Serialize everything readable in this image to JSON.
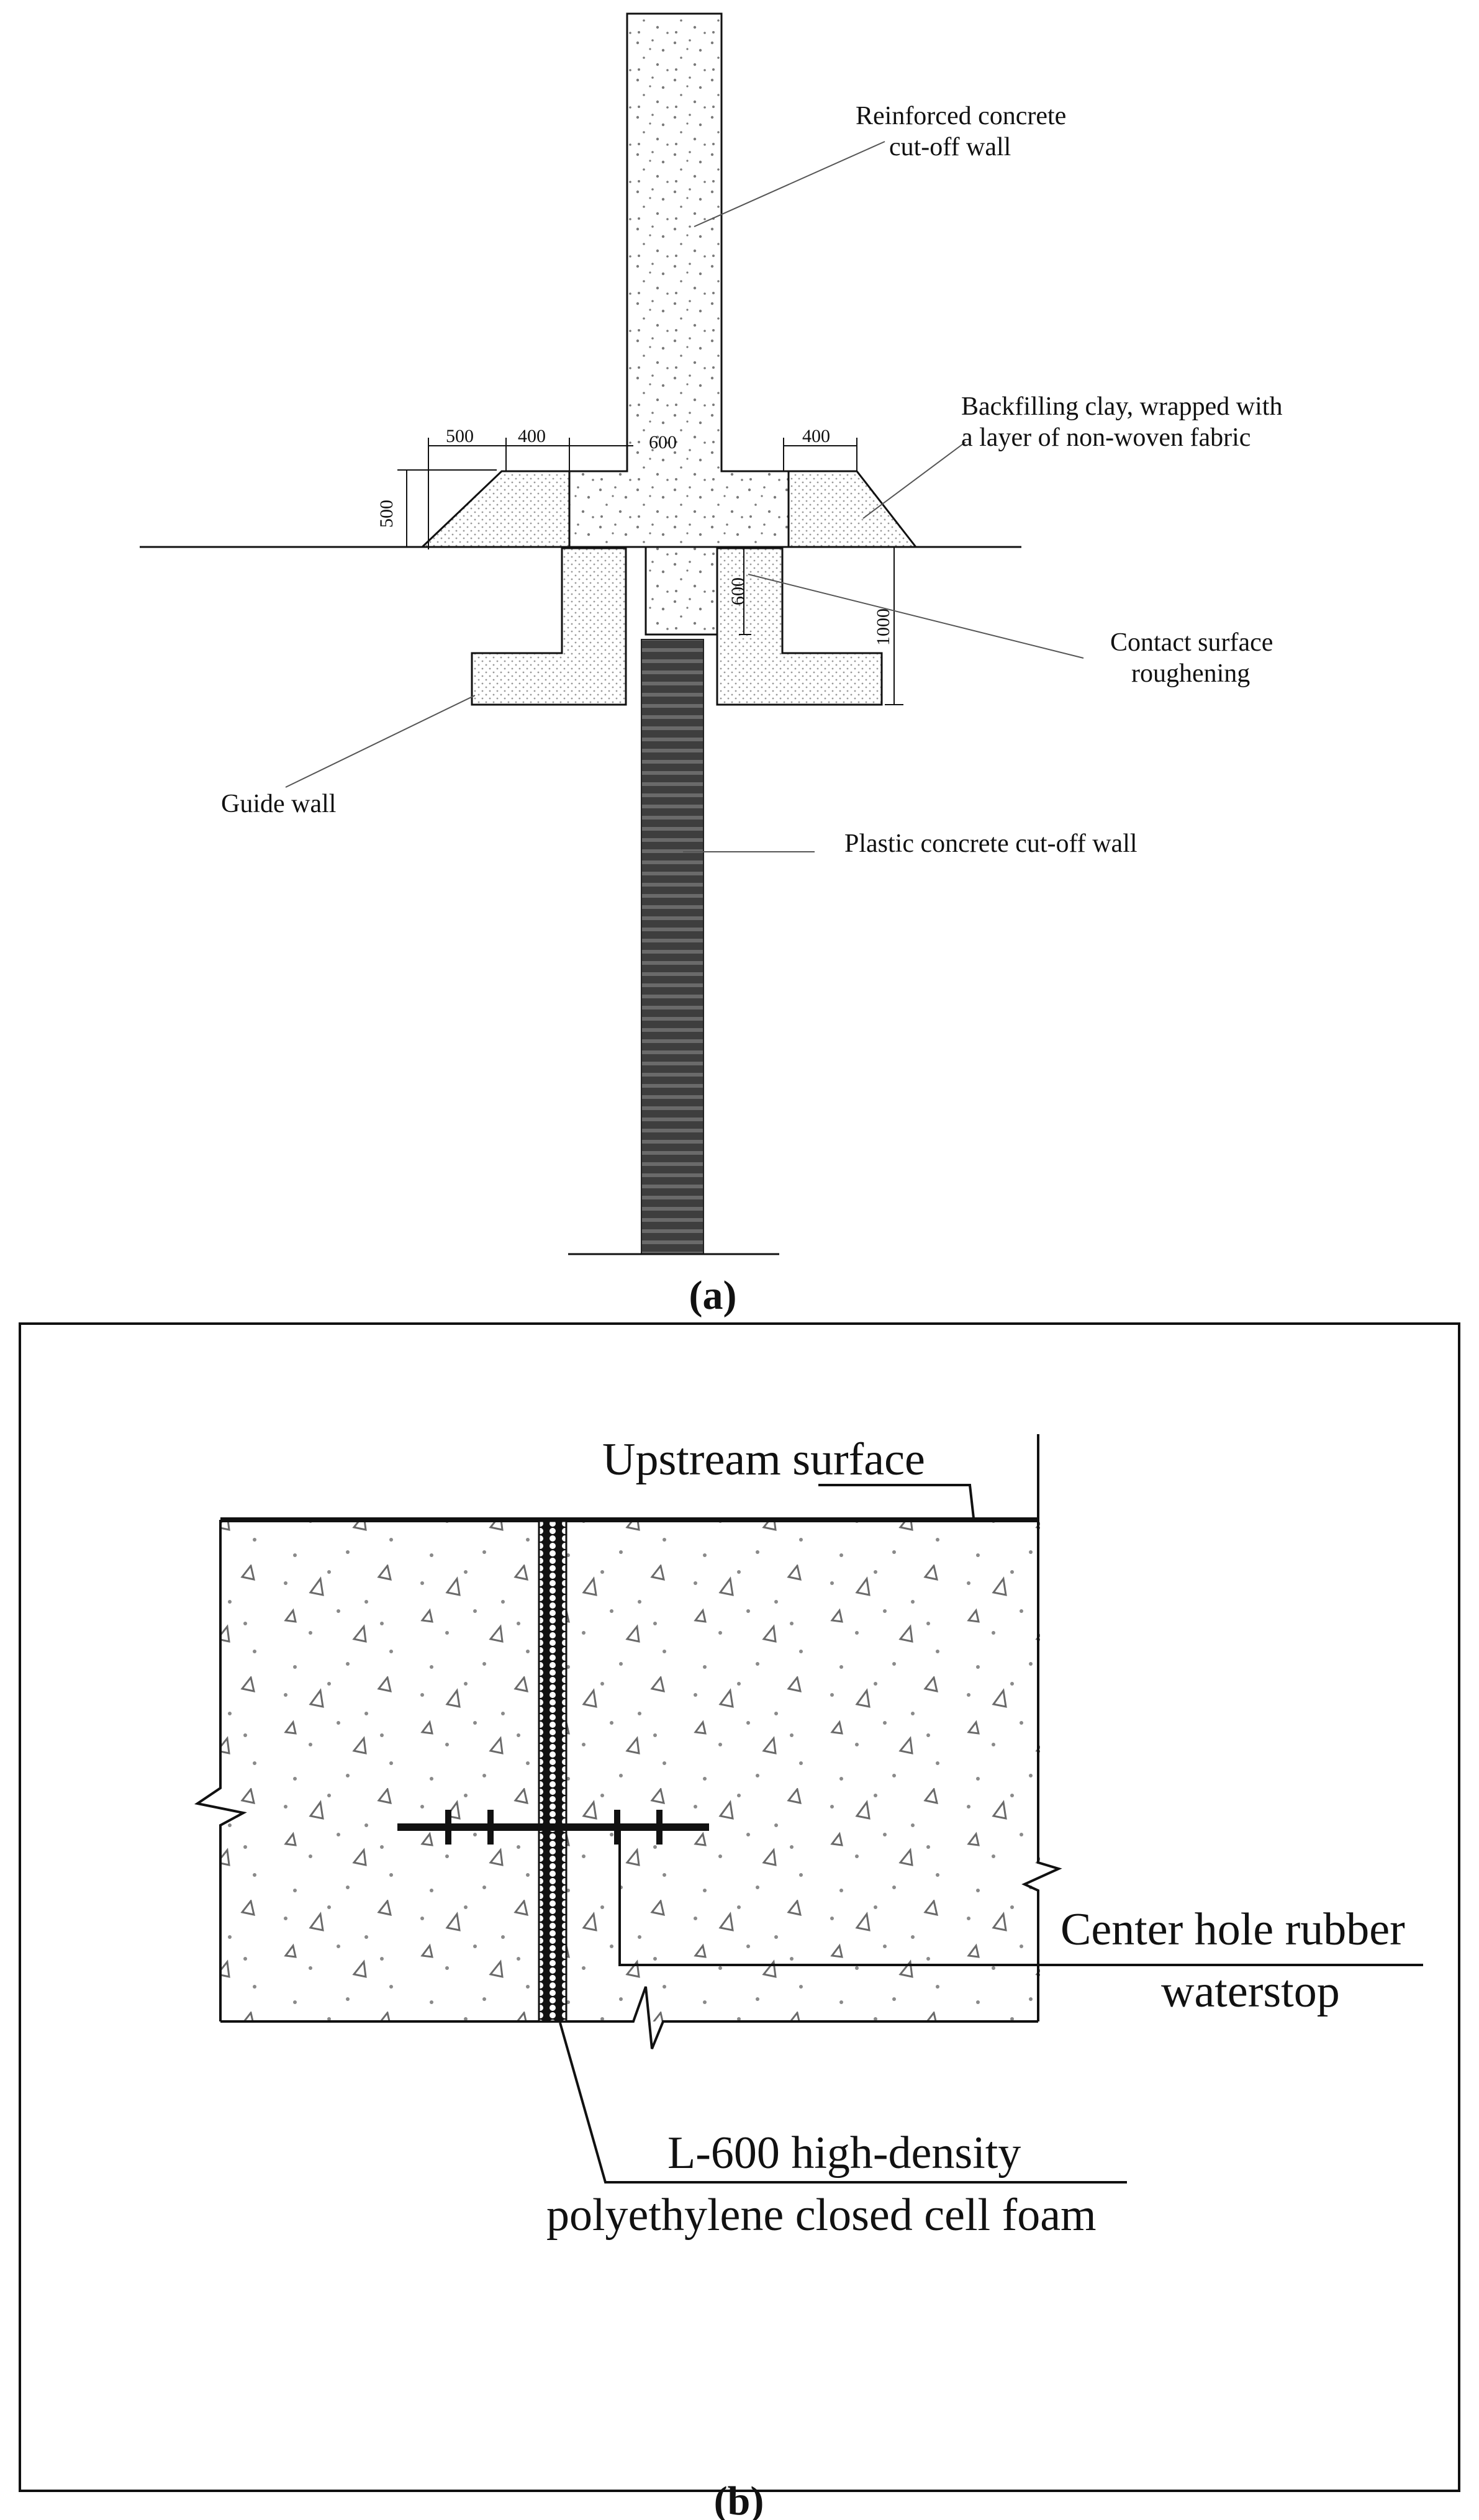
{
  "panel_a": {
    "caption_open": "(",
    "caption_letter": "a",
    "caption_close": ")",
    "labels": {
      "reinforced_line1": "Reinforced concrete",
      "reinforced_line2": "cut-off wall",
      "backfill_line1": "Backfilling clay, wrapped with",
      "backfill_line2": "a layer of non-woven fabric",
      "contact_line1": "Contact surface",
      "contact_line2": "roughening",
      "guide_wall": "Guide wall",
      "plastic_wall": "Plastic concrete cut-off wall"
    },
    "dimensions": {
      "d500_top": "500",
      "d400_left": "400",
      "d600_top": "600",
      "d400_right": "400",
      "d500_side": "500",
      "d600_right": "600",
      "d1000": "1000"
    }
  },
  "panel_b": {
    "caption_open": "(",
    "caption_letter": "b",
    "caption_close": ")",
    "labels": {
      "upstream": "Upstream surface",
      "waterstop_line1": "Center hole rubber",
      "waterstop_line2": "waterstop",
      "foam_line1": "L-600 high-density",
      "foam_line2": "polyethylene closed cell foam"
    }
  },
  "colors": {
    "ink": "#111111",
    "stipple": "#7a7a7a",
    "plastic_wall": "#4a4a4a"
  }
}
